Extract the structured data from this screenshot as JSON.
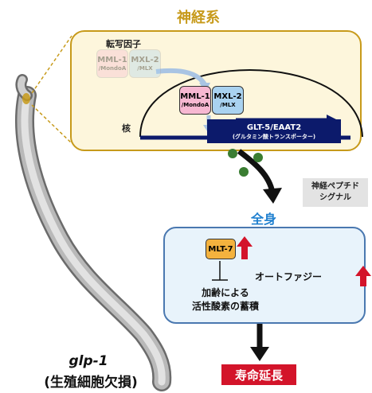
{
  "neuro": {
    "title": "神経系",
    "tf_label": "転写因子",
    "nucleus_label": "核"
  },
  "mml1": {
    "name": "MML-1",
    "sub": "/MondoA"
  },
  "mxl2": {
    "name": "MXL-2",
    "sub": "/MLX"
  },
  "gene": {
    "name": "GLT-5/EAAT2",
    "sub": "(グルタミン酸トランスポーター)"
  },
  "peptide": {
    "line1": "神経ペプチド",
    "line2": "シグナル"
  },
  "body": {
    "title": "全身",
    "mlt7": "MLT-7",
    "ros_line1": "加齢による",
    "ros_line2": "活性酸素の蓄積",
    "autophagy": "オートファジー"
  },
  "lifespan": "寿命延長",
  "worm": {
    "name": "glp-1",
    "sub": "(生殖細胞欠損)"
  },
  "colors": {
    "neuro": "#c79a1a",
    "body": "#1e7fcf",
    "up_arrow": "#d3142a",
    "gene_bar": "#0c1a6b",
    "signal_dots": "#3a7d32"
  }
}
